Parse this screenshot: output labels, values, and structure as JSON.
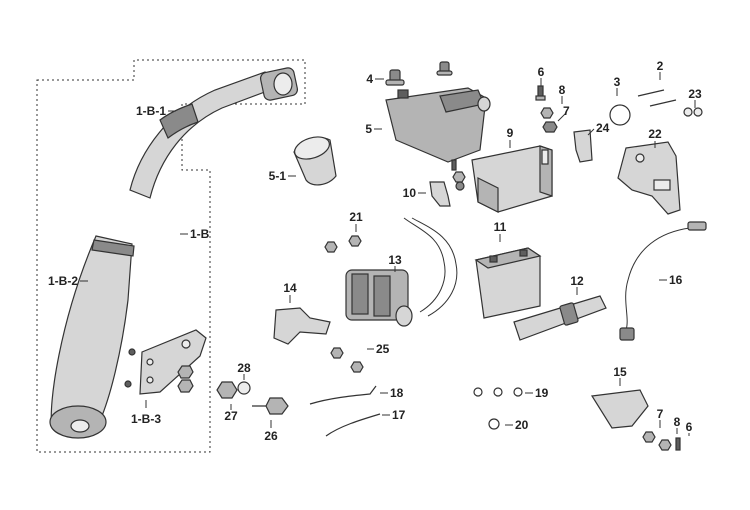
{
  "callouts": {
    "c_1B1": "1-B-1",
    "c_1B": "1-B",
    "c_1B2": "1-B-2",
    "c_1B3": "1-B-3",
    "c_4": "4",
    "c_5": "5",
    "c_51": "5-1",
    "c_6a": "6",
    "c_8a": "8",
    "c_7a": "7",
    "c_9": "9",
    "c_10": "10",
    "c_3": "3",
    "c_2": "2",
    "c_23": "23",
    "c_24": "24",
    "c_22": "22",
    "c_21": "21",
    "c_13": "13",
    "c_11": "11",
    "c_14": "14",
    "c_25": "25",
    "c_12": "12",
    "c_16": "16",
    "c_28": "28",
    "c_27": "27",
    "c_26": "26",
    "c_18": "18",
    "c_17": "17",
    "c_19": "19",
    "c_20": "20",
    "c_15": "15",
    "c_7b": "7",
    "c_8b": "8",
    "c_6b": "6"
  },
  "colors": {
    "line": "#333333",
    "light_gray": "#d6d6d6",
    "mid_gray": "#b4b4b4",
    "dark_gray": "#8a8a8a"
  }
}
